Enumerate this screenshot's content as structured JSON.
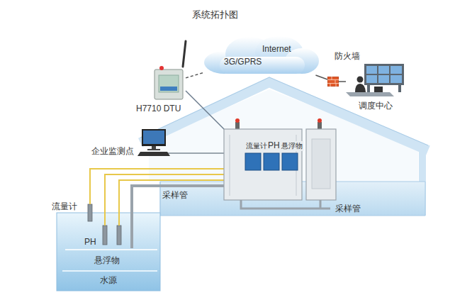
{
  "diagram": {
    "title": "系统拓扑图",
    "nodes": [
      {
        "text": [
          "H7710 DTU"
        ]
      },
      {
        "text": [
          "Internet",
          "3G/GPRS"
        ]
      },
      {
        "text": [
          "防火墙"
        ]
      },
      {
        "text": [
          "调度中心"
        ]
      }
    ],
    "edges": [
      {
        "from": 0,
        "to": 1,
        "arrow": "none"
      },
      {
        "from": 1,
        "to": 2,
        "arrow": "none"
      },
      {
        "from": 2,
        "to": 3,
        "arrow": "none"
      }
    ],
    "labels": [
      "企业监测点",
      "流量计",
      "PH",
      "悬浮物",
      "采样管",
      "采样管",
      "流量计",
      "PH",
      "悬浮物",
      "水源"
    ]
  }
}
